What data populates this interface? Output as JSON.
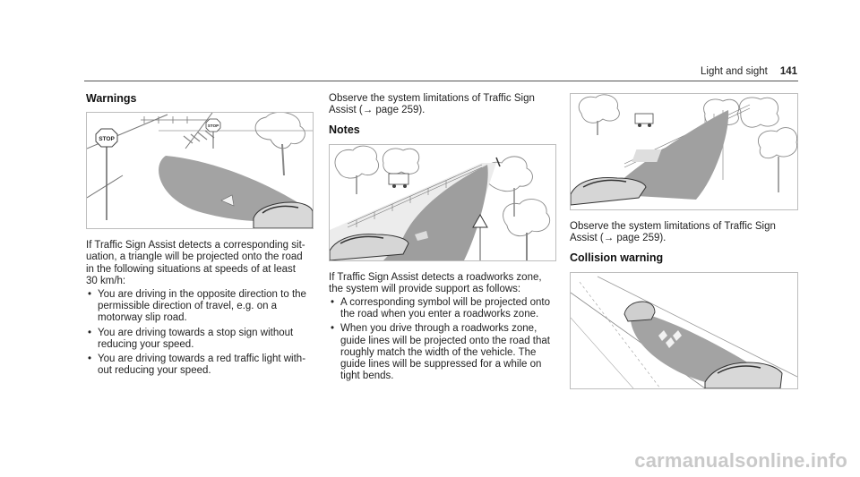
{
  "header": {
    "section": "Light and sight",
    "page_number": "141"
  },
  "col1": {
    "heading": "Warnings",
    "figure": {
      "signs": [
        "STOP",
        "STOP"
      ]
    },
    "intro": [
      "If Traffic Sign Assist detects a corresponding sit-",
      "uation, a triangle will be projected onto the road",
      "in the following situations at speeds of at least",
      "30 km/h:"
    ],
    "bullets": [
      [
        "You are driving in the opposite direction to the",
        "permissible direction of travel, e.g. on a",
        "motorway slip road."
      ],
      [
        "You are driving towards a stop sign without",
        "reducing your speed."
      ],
      [
        "You are driving towards a red traffic light with-",
        "out reducing your speed."
      ]
    ]
  },
  "col2": {
    "observe": [
      "Observe the system limitations of Traffic Sign",
      "Assist (→ page 259)."
    ],
    "heading": "Notes",
    "intro": [
      "If Traffic Sign Assist detects a roadworks zone,",
      "the system will provide support as follows:"
    ],
    "bullets": [
      [
        "A corresponding symbol will be projected onto",
        "the road when you enter a roadworks zone."
      ],
      [
        "When you drive through a roadworks zone,",
        "guide lines will be projected onto the road that",
        "roughly match the width of the vehicle. The",
        "guide lines will be suppressed for a while on",
        "tight bends."
      ]
    ]
  },
  "col3": {
    "observe": [
      "Observe the system limitations of Traffic Sign",
      "Assist (→ page 259)."
    ],
    "heading": "Collision warning"
  },
  "watermark": "carmanualsonline.info"
}
